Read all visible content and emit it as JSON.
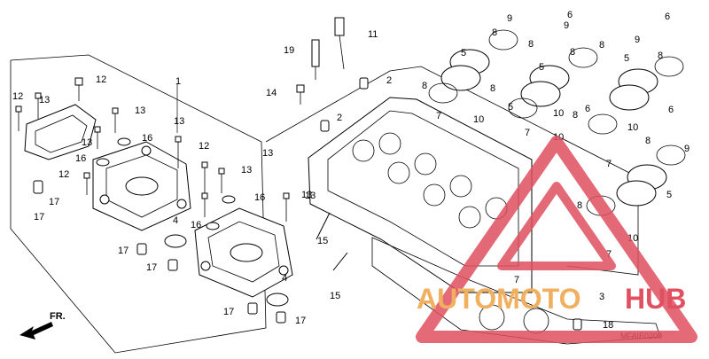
{
  "diagram": {
    "callouts": [
      "1",
      "2",
      "2",
      "3",
      "4",
      "4",
      "5",
      "5",
      "5",
      "5",
      "5",
      "6",
      "6",
      "6",
      "6",
      "7",
      "7",
      "7",
      "7",
      "7",
      "8",
      "8",
      "8",
      "8",
      "8",
      "8",
      "8",
      "8",
      "8",
      "8",
      "9",
      "9",
      "9",
      "9",
      "10",
      "10",
      "10",
      "10",
      "10",
      "11",
      "12",
      "12",
      "12",
      "12",
      "13",
      "13",
      "13",
      "13",
      "13",
      "13",
      "13",
      "13",
      "14",
      "15",
      "15",
      "16",
      "16",
      "16",
      "16",
      "17",
      "17",
      "17",
      "17",
      "17",
      "17",
      "18",
      "19"
    ],
    "front_label": "FR.",
    "diagram_code": "MFAIE0200"
  },
  "watermark": {
    "text_auto": "AUTOMOTO",
    "text_hub": "HUB",
    "colors": {
      "auto": "#f0b060",
      "hub": "#e05060",
      "triangle": "#e05060"
    }
  }
}
